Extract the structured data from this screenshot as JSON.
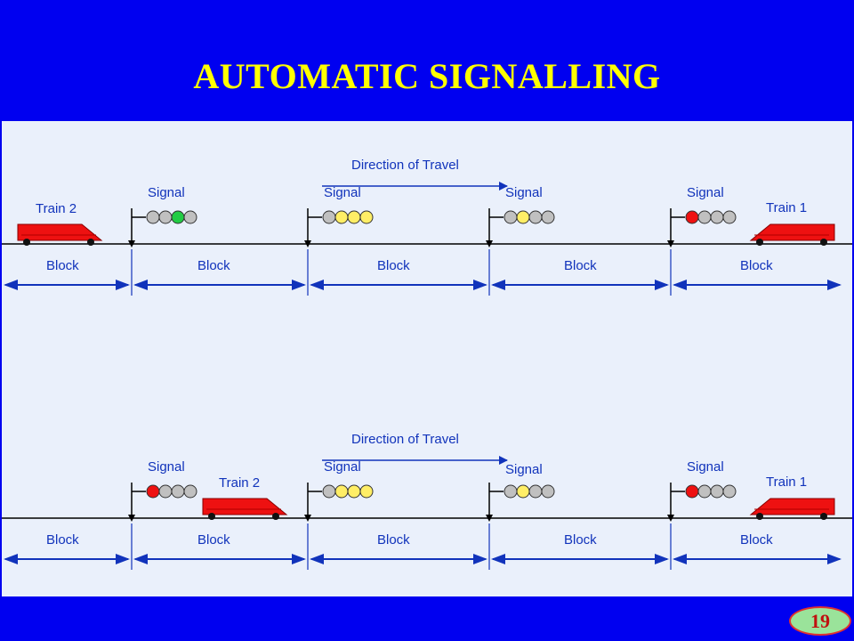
{
  "title": "AUTOMATIC SIGNALLING",
  "slide_number": "19",
  "colors": {
    "background": "#0000f0",
    "title": "#ffff00",
    "panel": "#eaf0fb",
    "label": "#1133bb",
    "train": "#ee1111",
    "lamp_off": "#c0c0c0",
    "lamp_green": "#22cc44",
    "lamp_yellow": "#ffee66",
    "lamp_red": "#ee1111"
  },
  "scenarios": [
    {
      "direction_label": "Direction of Travel",
      "signals": [
        {
          "label": "Signal",
          "aspect": "green"
        },
        {
          "label": "Signal",
          "aspect": "double-yellow"
        },
        {
          "label": "Signal",
          "aspect": "yellow"
        },
        {
          "label": "Signal",
          "aspect": "red"
        }
      ],
      "trains": [
        {
          "label": "Train 2"
        },
        {
          "label": "Train 1"
        }
      ],
      "blocks": [
        "Block",
        "Block",
        "Block",
        "Block",
        "Block"
      ]
    },
    {
      "direction_label": "Direction of Travel",
      "signals": [
        {
          "label": "Signal",
          "aspect": "red"
        },
        {
          "label": "Signal",
          "aspect": "double-yellow"
        },
        {
          "label": "Signal",
          "aspect": "yellow"
        },
        {
          "label": "Signal",
          "aspect": "red"
        }
      ],
      "trains": [
        {
          "label": "Train 2"
        },
        {
          "label": "Train 1"
        }
      ],
      "blocks": [
        "Block",
        "Block",
        "Block",
        "Block",
        "Block"
      ]
    }
  ]
}
